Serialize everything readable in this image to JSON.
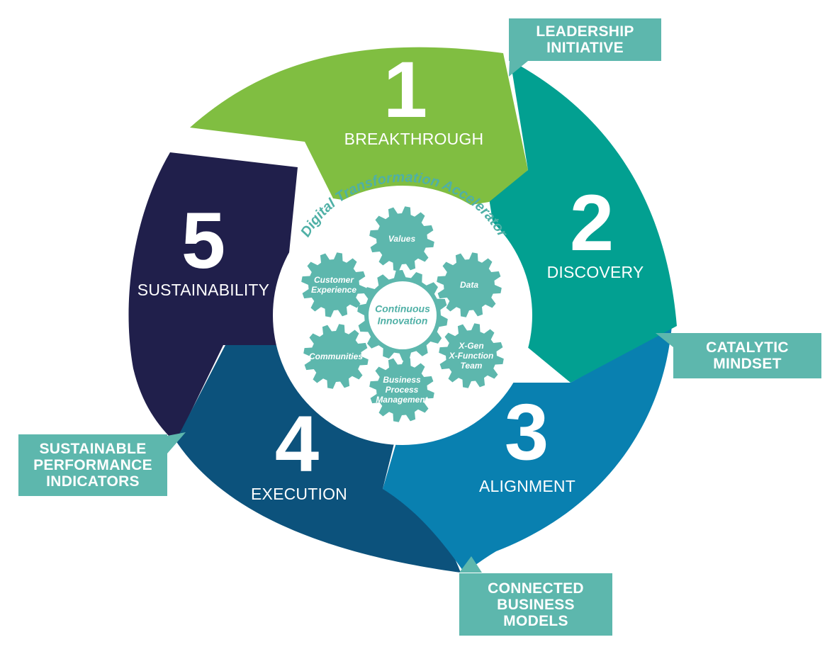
{
  "colors": {
    "breakthrough": "#80be41",
    "discovery": "#02a091",
    "alignment": "#0980b0",
    "execution": "#0c527c",
    "sustainability": "#201f4b",
    "gear": "#5db7ad",
    "callout": "#5db7ad"
  },
  "center": {
    "title": "Digital Transformation Accelerator",
    "hub": [
      "Continuous",
      "Innovation"
    ],
    "gears": [
      {
        "id": "values",
        "lines": [
          "Values"
        ]
      },
      {
        "id": "data",
        "lines": [
          "Data"
        ]
      },
      {
        "id": "xgen",
        "lines": [
          "X-Gen",
          "X-Function",
          "Team"
        ]
      },
      {
        "id": "bpm",
        "lines": [
          "Business",
          "Process",
          "Management"
        ]
      },
      {
        "id": "communities",
        "lines": [
          "Communities"
        ]
      },
      {
        "id": "customer",
        "lines": [
          "Customer",
          "Experience"
        ]
      }
    ]
  },
  "stages": [
    {
      "number": "1",
      "label": "BREAKTHROUGH"
    },
    {
      "number": "2",
      "label": "DISCOVERY"
    },
    {
      "number": "3",
      "label": "ALIGNMENT"
    },
    {
      "number": "4",
      "label": "EXECUTION"
    },
    {
      "number": "5",
      "label": "SUSTAINABILITY"
    }
  ],
  "callouts": [
    {
      "id": "leadership",
      "lines": [
        "LEADERSHIP",
        "INITIATIVE"
      ]
    },
    {
      "id": "catalytic",
      "lines": [
        "CATALYTIC",
        "MINDSET"
      ]
    },
    {
      "id": "connected",
      "lines": [
        "CONNECTED",
        "BUSINESS",
        "MODELS"
      ]
    },
    {
      "id": "sustainable",
      "lines": [
        "SUSTAINABLE",
        "PERFORMANCE",
        "INDICATORS"
      ]
    }
  ]
}
